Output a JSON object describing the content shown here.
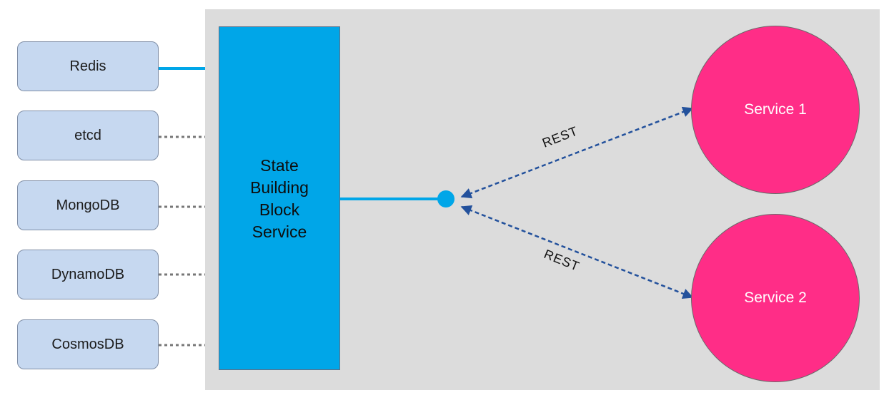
{
  "colors": {
    "panel_background": "#dcdcdc",
    "store_fill": "#c6d8f0",
    "building_block_fill": "#00a6e8",
    "service_fill": "#ff2d87",
    "solid_connector": "#00a6e8",
    "dotted_connector": "#777777",
    "rest_arrow": "#23519c"
  },
  "state_stores": {
    "redis": "Redis",
    "etcd": "etcd",
    "mongodb": "MongoDB",
    "dynamodb": "DynamoDB",
    "cosmosdb": "CosmosDB"
  },
  "building_block": {
    "line1": "State",
    "line2": "Building",
    "line3": "Block",
    "line4": "Service"
  },
  "services": {
    "service1": "Service 1",
    "service2": "Service 2"
  },
  "edges": {
    "rest_top": "REST",
    "rest_bottom": "REST"
  }
}
